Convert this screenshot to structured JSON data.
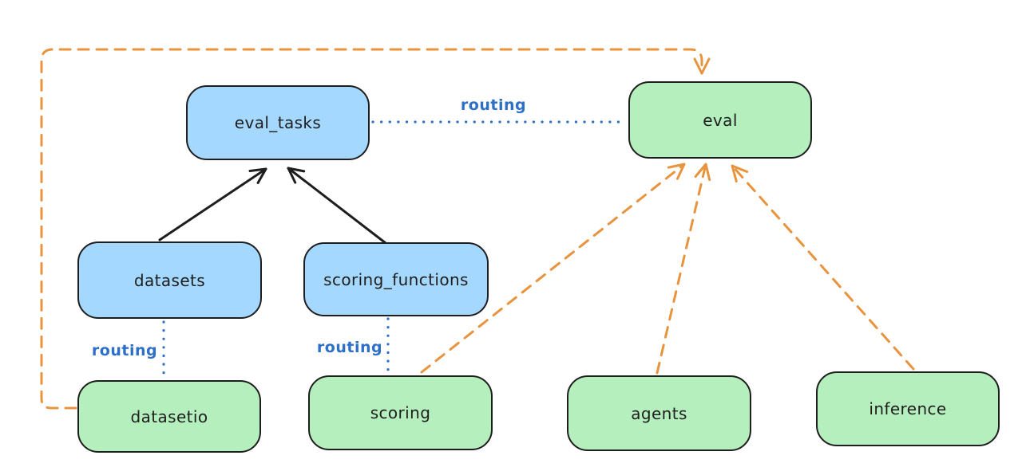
{
  "diagram": {
    "nodes": [
      {
        "id": "eval_tasks",
        "label": "eval_tasks",
        "fill": "#a5d8ff"
      },
      {
        "id": "eval",
        "label": "eval",
        "fill": "#b5efbe"
      },
      {
        "id": "datasets",
        "label": "datasets",
        "fill": "#a5d8ff"
      },
      {
        "id": "scoring_functions",
        "label": "scoring_functions",
        "fill": "#a5d8ff"
      },
      {
        "id": "datasetio",
        "label": "datasetio",
        "fill": "#b5efbe"
      },
      {
        "id": "scoring",
        "label": "scoring",
        "fill": "#b5efbe"
      },
      {
        "id": "agents",
        "label": "agents",
        "fill": "#b5efbe"
      },
      {
        "id": "inference",
        "label": "inference",
        "fill": "#b5efbe"
      }
    ],
    "edge_labels": [
      {
        "text": "routing",
        "between": [
          "eval_tasks",
          "eval"
        ]
      },
      {
        "text": "routing",
        "between": [
          "datasets",
          "datasetio"
        ]
      },
      {
        "text": "routing",
        "between": [
          "scoring_functions",
          "scoring"
        ]
      }
    ],
    "edges": [
      {
        "from": "datasets",
        "to": "eval_tasks",
        "style": "solid",
        "color": "#1e1e1e",
        "arrow": true
      },
      {
        "from": "scoring_functions",
        "to": "eval_tasks",
        "style": "solid",
        "color": "#1e1e1e",
        "arrow": true
      },
      {
        "from": "eval_tasks",
        "to": "eval",
        "style": "dotted",
        "color": "#2e6fc7",
        "label": "routing"
      },
      {
        "from": "datasets",
        "to": "datasetio",
        "style": "dotted",
        "color": "#2e6fc7",
        "label": "routing"
      },
      {
        "from": "scoring_functions",
        "to": "scoring",
        "style": "dotted",
        "color": "#2e6fc7",
        "label": "routing"
      },
      {
        "from": "datasetio",
        "to": "eval",
        "style": "dashed",
        "color": "#e8943e",
        "arrow": true
      },
      {
        "from": "scoring",
        "to": "eval",
        "style": "dashed",
        "color": "#e8943e",
        "arrow": true
      },
      {
        "from": "agents",
        "to": "eval",
        "style": "dashed",
        "color": "#e8943e",
        "arrow": true
      },
      {
        "from": "inference",
        "to": "eval",
        "style": "dashed",
        "color": "#e8943e",
        "arrow": true
      }
    ],
    "colors": {
      "background": "#ffffff",
      "node_stroke": "#1e1e1e",
      "blue_fill": "#a5d8ff",
      "green_fill": "#b5efbe",
      "routing_line": "#2e6fc7",
      "orange_arrow": "#e8943e",
      "black_arrow": "#1e1e1e"
    }
  }
}
